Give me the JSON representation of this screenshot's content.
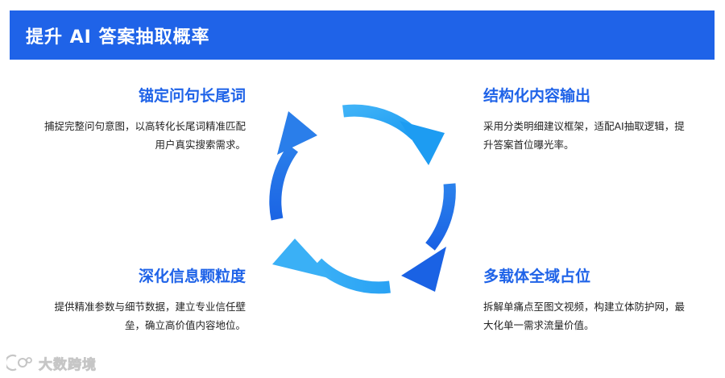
{
  "header": {
    "title": "提升 AI 答案抽取概率"
  },
  "blocks": {
    "top_left": {
      "heading": "锚定问句长尾词",
      "lines": [
        "捕捉完整问句意图，以高转化长尾词精准匹配",
        "用户真实搜索需求。"
      ]
    },
    "top_right": {
      "heading": "结构化内容输出",
      "lines": [
        "采用分类明细建议框架，适配AI抽取逻辑，提",
        "升答案首位曝光率。"
      ]
    },
    "bottom_left": {
      "heading": "深化信息颗粒度",
      "lines": [
        "提供精准参数与细节数据，建立专业信任壁",
        "垒，确立高价值内容地位。"
      ]
    },
    "bottom_right": {
      "heading": "多载体全域占位",
      "lines": [
        "拆解单痛点至图文视频，构建立体防护网，最",
        "大化单一需求流量价值。"
      ]
    }
  },
  "colors": {
    "brand_blue": "#1f63e8",
    "arrow_dark": "#1a6be6",
    "arrow_light": "#2ea6f5"
  },
  "watermark": {
    "text": "大数跨境",
    "icon": "logo-icon"
  }
}
